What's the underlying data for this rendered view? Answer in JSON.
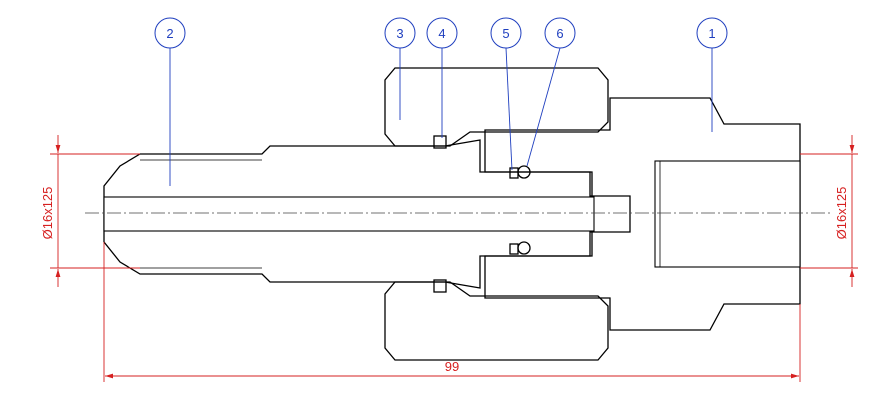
{
  "balloons": {
    "b1": "1",
    "b2": "2",
    "b3": "3",
    "b4": "4",
    "b5": "5",
    "b6": "6"
  },
  "dimensions": {
    "length": "99",
    "thread_left": "Ø16x125",
    "thread_right": "Ø16x125"
  },
  "colors": {
    "dimension": "#d62020",
    "balloon": "#1f3fbf",
    "outline": "#000000"
  }
}
